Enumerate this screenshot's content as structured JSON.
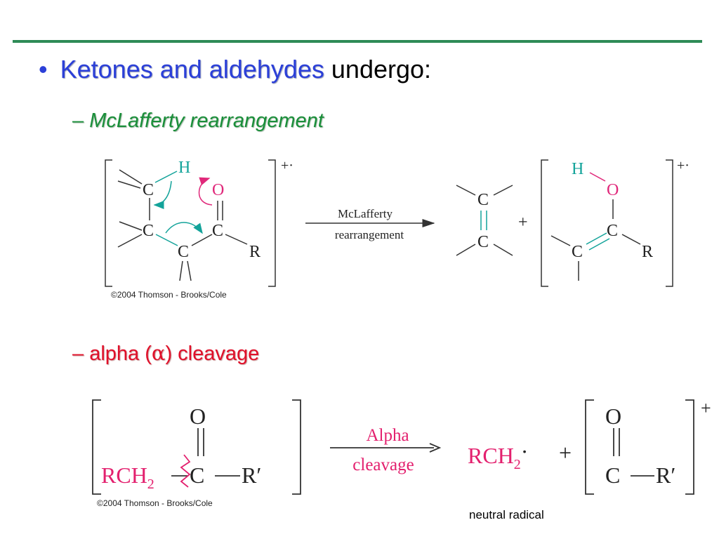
{
  "slide": {
    "bullet_symbol": "•",
    "heading_highlight": "Ketones and aldehydes",
    "heading_rest": " undergo:",
    "dash": "–",
    "sub1_label": "McLafferty rearrangement",
    "sub2_prefix": "alpha (",
    "sub2_greek": "α",
    "sub2_suffix": ") cleavage"
  },
  "fig1": {
    "copyright": "©2004 Thomson - Brooks/Cole",
    "atom_c": "C",
    "atom_h": "H",
    "atom_o": "O",
    "atom_r": "R",
    "charge": "+·",
    "plus": "+",
    "arrow_top": "McLafferty",
    "arrow_bottom": "rearrangement"
  },
  "fig2": {
    "copyright": "©2004 Thomson - Brooks/Cole",
    "rch2_main": "RCH",
    "rch2_sub": "2",
    "radical_dot": "·",
    "atom_o": "O",
    "atom_c": "C",
    "r_prime": "R′",
    "plus": "+",
    "charge": "+",
    "arrow_top": "Alpha",
    "arrow_bottom": "cleavage"
  },
  "annotation": {
    "neutral_radical": "neutral radical"
  },
  "colors": {
    "rule": "#2e8b57",
    "heading_blue": "#2b3fd8",
    "sub_green": "#1a8f3a",
    "sub_red": "#e0102a",
    "hydrogen_teal": "#13a39a",
    "oxygen_magenta": "#e0287a",
    "rch2_pink": "#e3206e"
  }
}
